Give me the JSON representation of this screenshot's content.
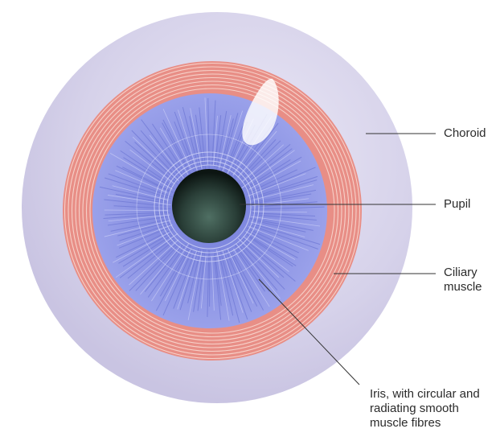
{
  "diagram": {
    "labels": {
      "choroid": "Choroid",
      "pupil": "Pupil",
      "ciliary": "Ciliary\nmuscle",
      "iris": "Iris, with circular and\nradiating smooth\nmuscle fibres"
    },
    "colors": {
      "background": "#ffffff",
      "choroid": "#d6d2ea",
      "ciliary_ring": "#e88e86",
      "ciliary_line": "#f6d0c8",
      "iris": "#8f97e6",
      "pupil_center": "#4f6f63",
      "pupil_edge": "#0c1512",
      "leader_line": "#333333"
    }
  }
}
